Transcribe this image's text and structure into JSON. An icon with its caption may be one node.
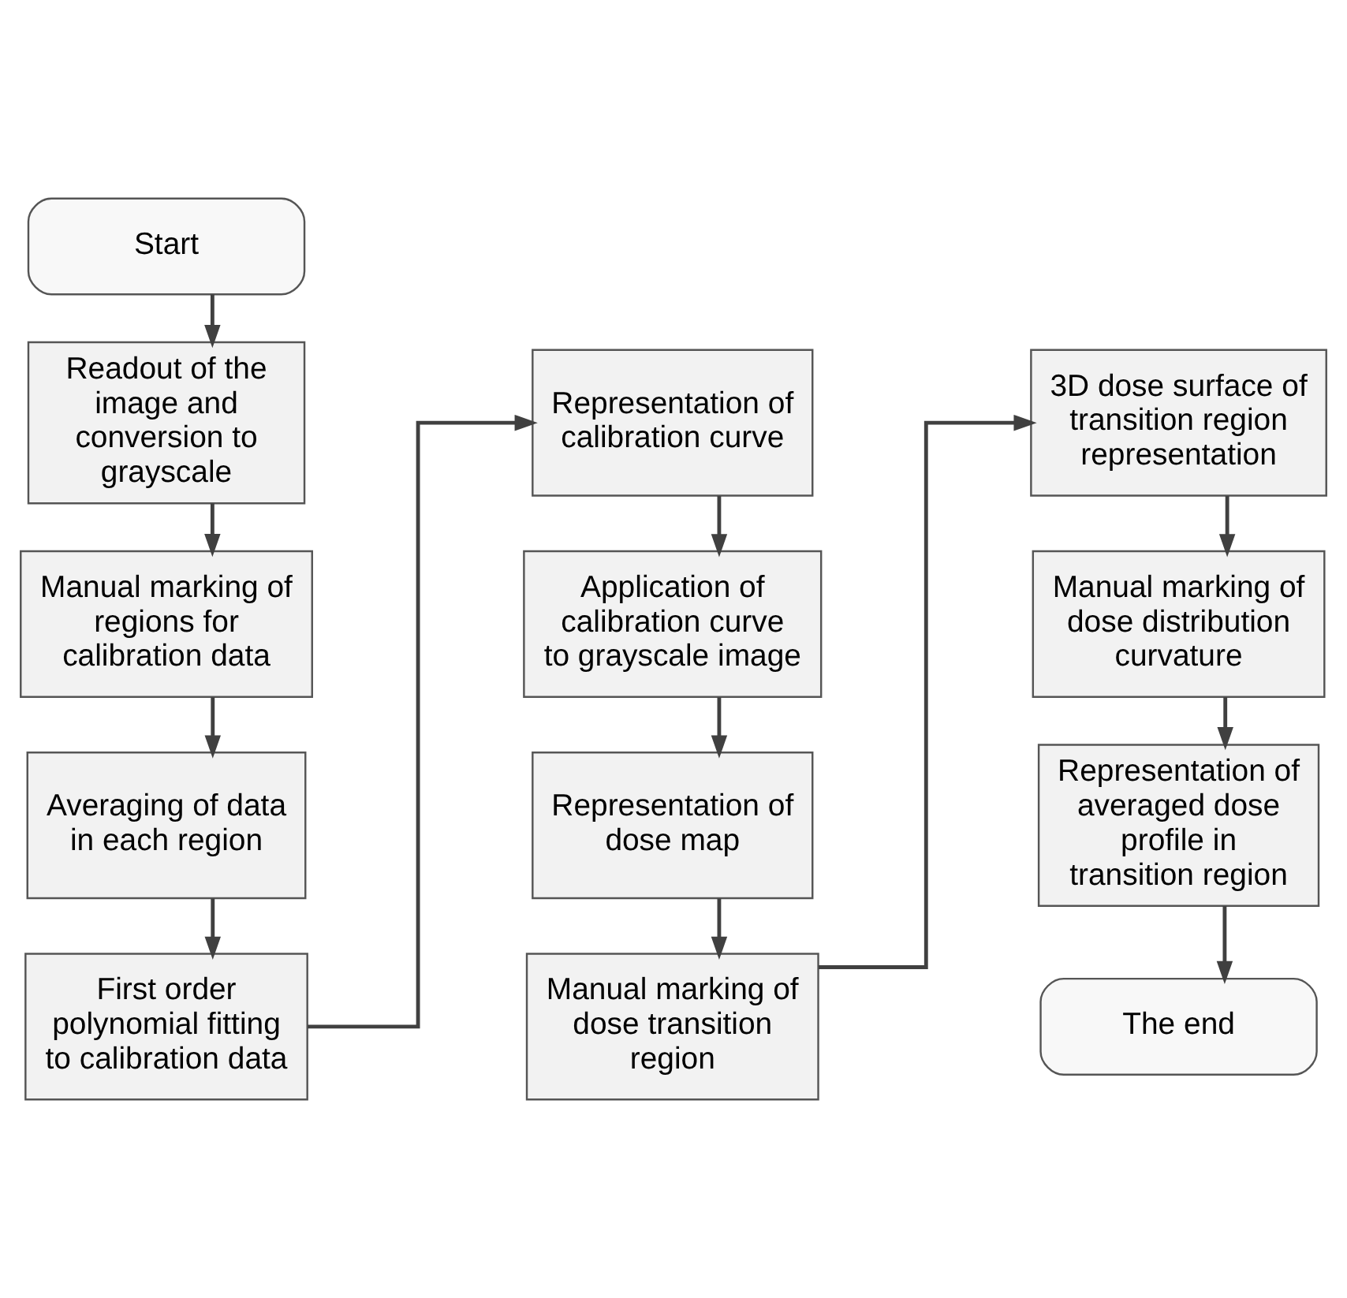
{
  "diagram": {
    "nodes": [
      {
        "text": [
          "Start"
        ]
      },
      {
        "text": [
          "Readout of the image and conversion to grayscale"
        ]
      },
      {
        "text": [
          "Manual marking of regions for calibration data"
        ]
      },
      {
        "text": [
          "Averaging of data in each region"
        ]
      },
      {
        "text": [
          "First order polynomial fitting to calibration data"
        ]
      },
      {
        "text": [
          "Representation of calibration curve"
        ]
      },
      {
        "text": [
          "Application of calibration curve to grayscale image"
        ]
      },
      {
        "text": [
          "Representation of dose map"
        ]
      },
      {
        "text": [
          "Manual marking of dose transition region"
        ]
      },
      {
        "text": [
          "3D dose surface of transition region representation"
        ]
      },
      {
        "text": [
          "Manual marking of dose distribution curvature"
        ]
      },
      {
        "text": [
          "Representation of averaged dose profile in transition region"
        ]
      },
      {
        "text": [
          "The end"
        ]
      }
    ],
    "edges": [
      {
        "from": 0,
        "to": 1,
        "arrow": "to"
      },
      {
        "from": 1,
        "to": 2,
        "arrow": "to"
      },
      {
        "from": 2,
        "to": 3,
        "arrow": "to"
      },
      {
        "from": 3,
        "to": 4,
        "arrow": "to"
      },
      {
        "from": 4,
        "to": 5,
        "arrow": "to"
      },
      {
        "from": 5,
        "to": 6,
        "arrow": "to"
      },
      {
        "from": 6,
        "to": 7,
        "arrow": "to"
      },
      {
        "from": 7,
        "to": 8,
        "arrow": "to"
      },
      {
        "from": 8,
        "to": 9,
        "arrow": "to"
      },
      {
        "from": 9,
        "to": 10,
        "arrow": "to"
      },
      {
        "from": 10,
        "to": 11,
        "arrow": "to"
      },
      {
        "from": 11,
        "to": 12,
        "arrow": "to"
      }
    ]
  }
}
